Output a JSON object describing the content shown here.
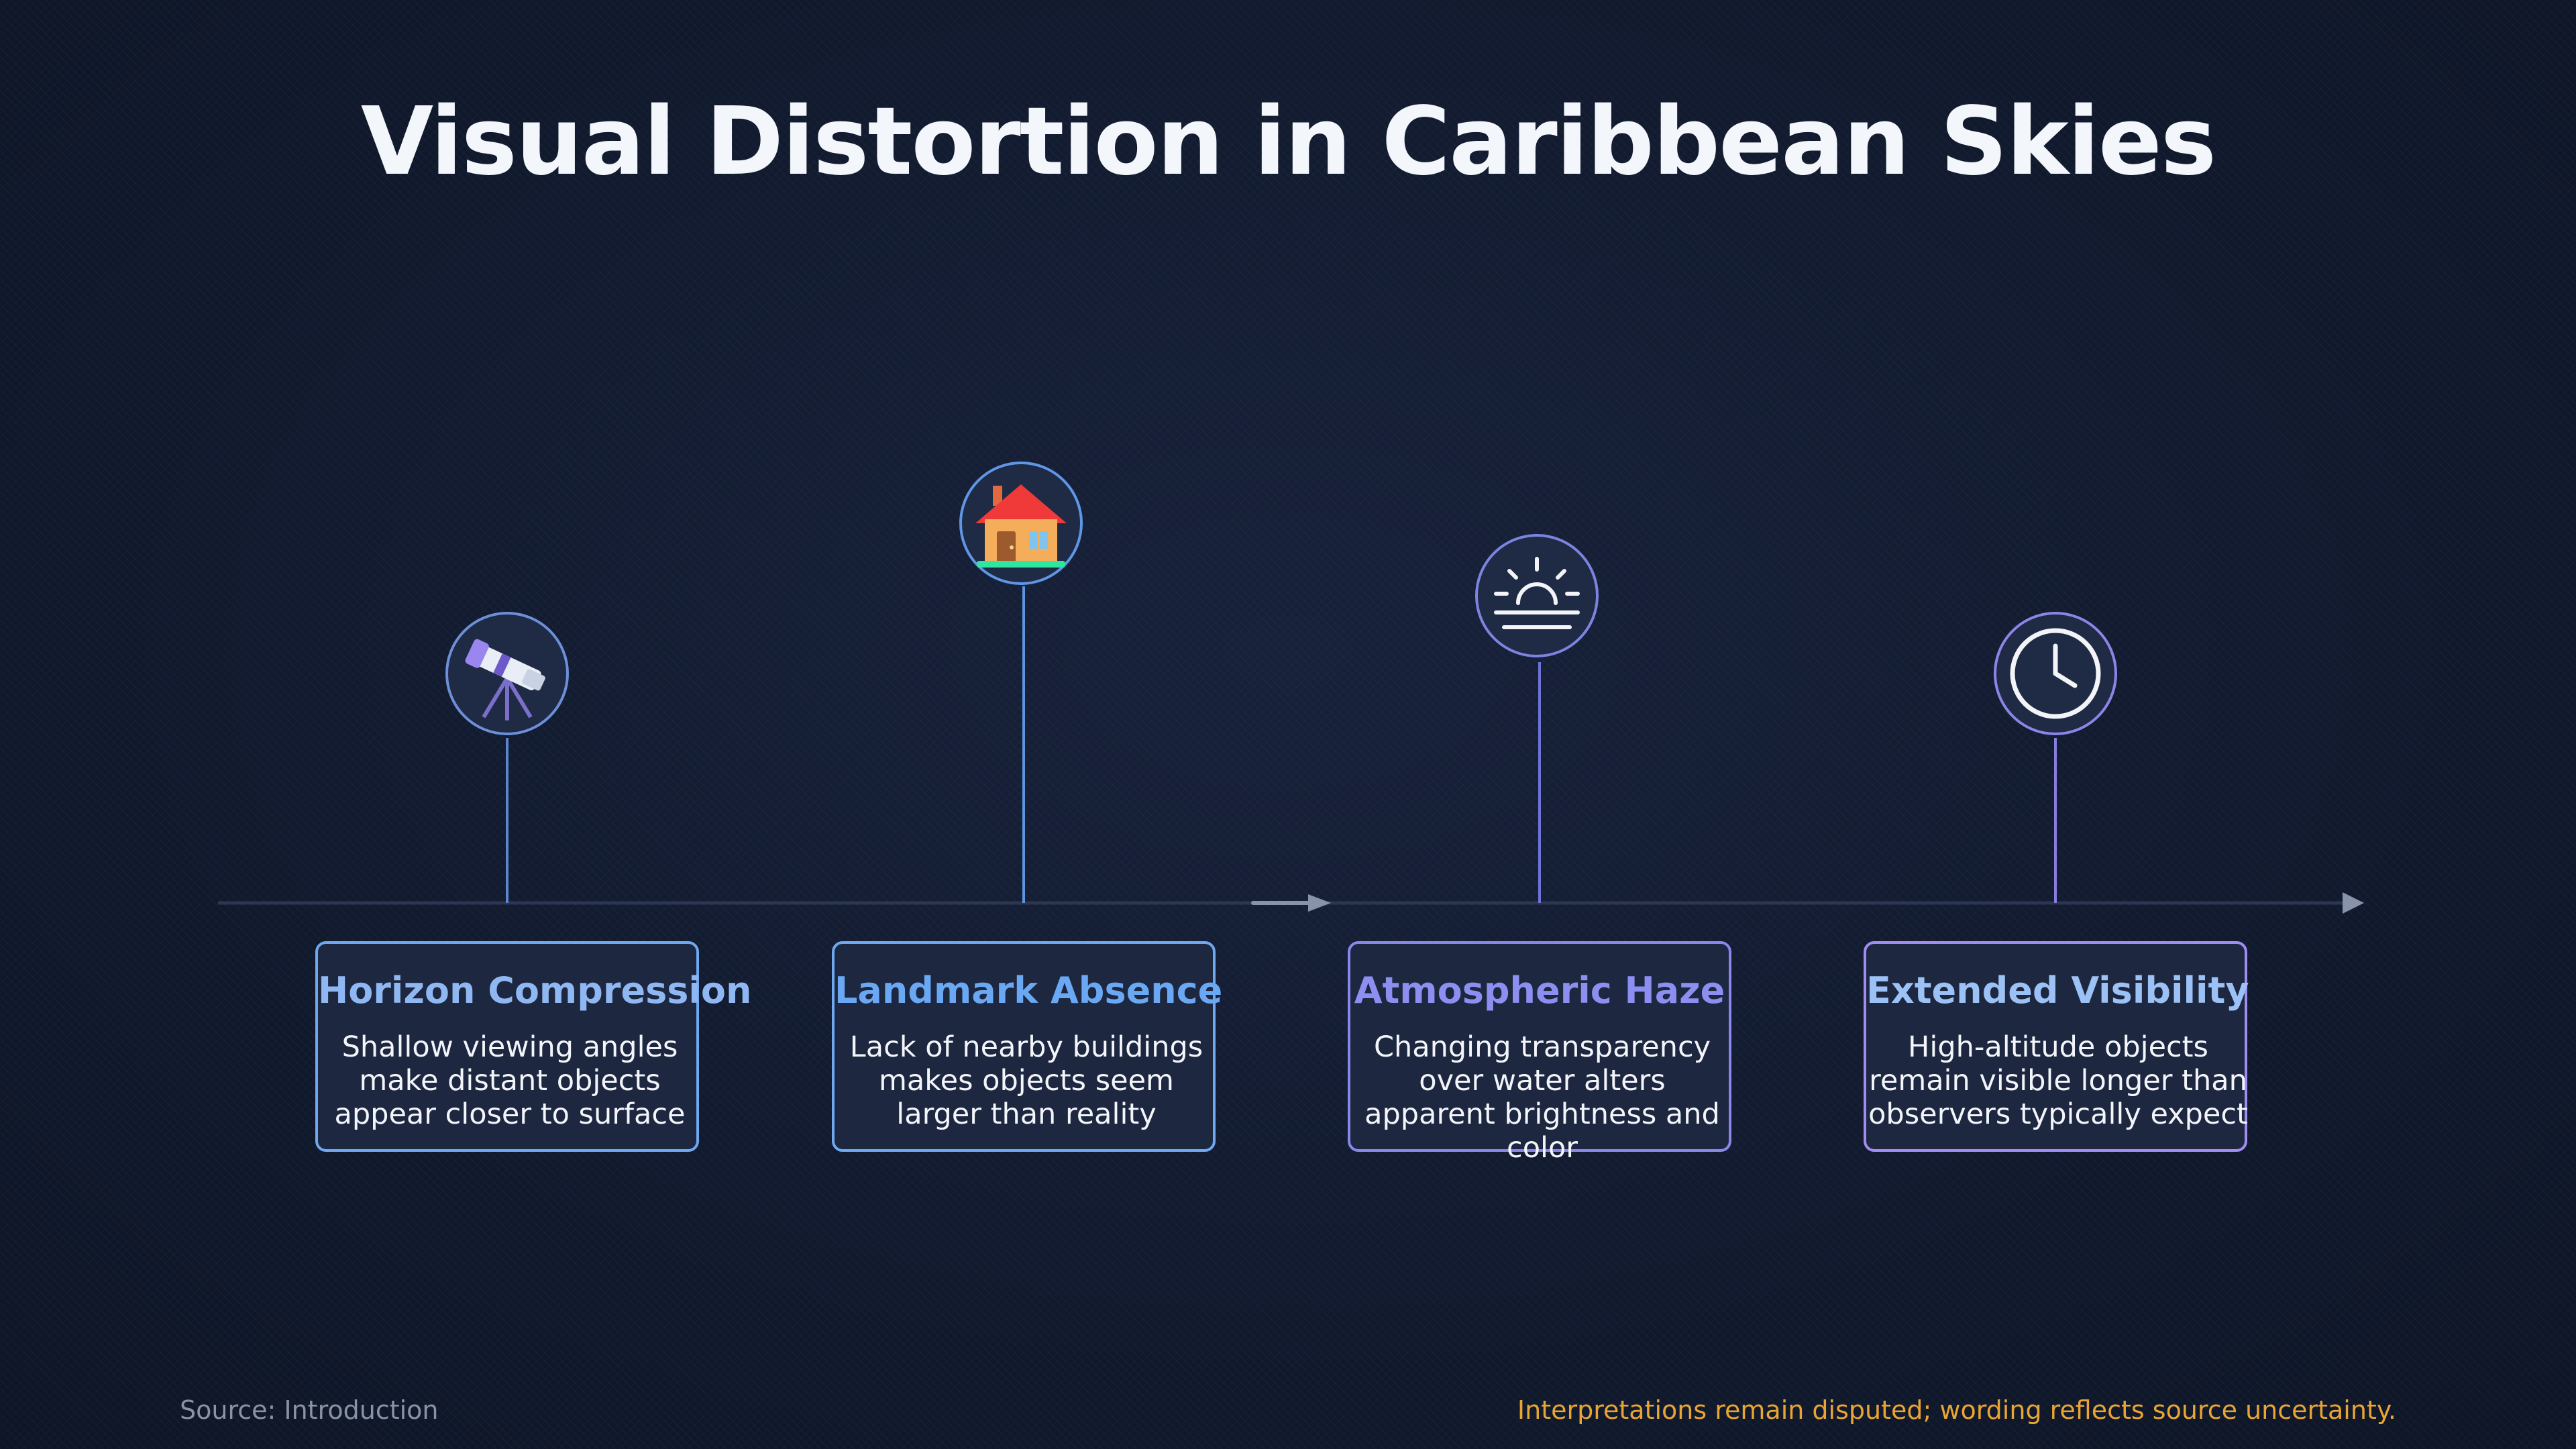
{
  "title": "Visual Distortion in Caribbean Skies",
  "colors": {
    "background": "#111a2e",
    "axis": "#2c3650",
    "accent_blue": "#6ea8ee",
    "accent_violet": "#a18cf0",
    "footer_note": "#e8a534"
  },
  "stages": [
    {
      "icon": "telescope-icon",
      "title": "Horizon Compression",
      "description": "Shallow viewing angles make distant objects appear closer to surface"
    },
    {
      "icon": "house-icon",
      "title": "Landmark Absence",
      "description": "Lack of nearby buildings makes objects seem larger than reality"
    },
    {
      "icon": "sunrise-icon",
      "title": "Atmospheric Haze",
      "description": "Changing transparency over water alters apparent brightness and color"
    },
    {
      "icon": "clock-icon",
      "title": "Extended Visibility",
      "description": "High-altitude objects remain visible longer than observers typically expect"
    }
  ],
  "footer": {
    "source": "Source: Introduction",
    "note": "Interpretations remain disputed; wording reflects source uncertainty."
  }
}
